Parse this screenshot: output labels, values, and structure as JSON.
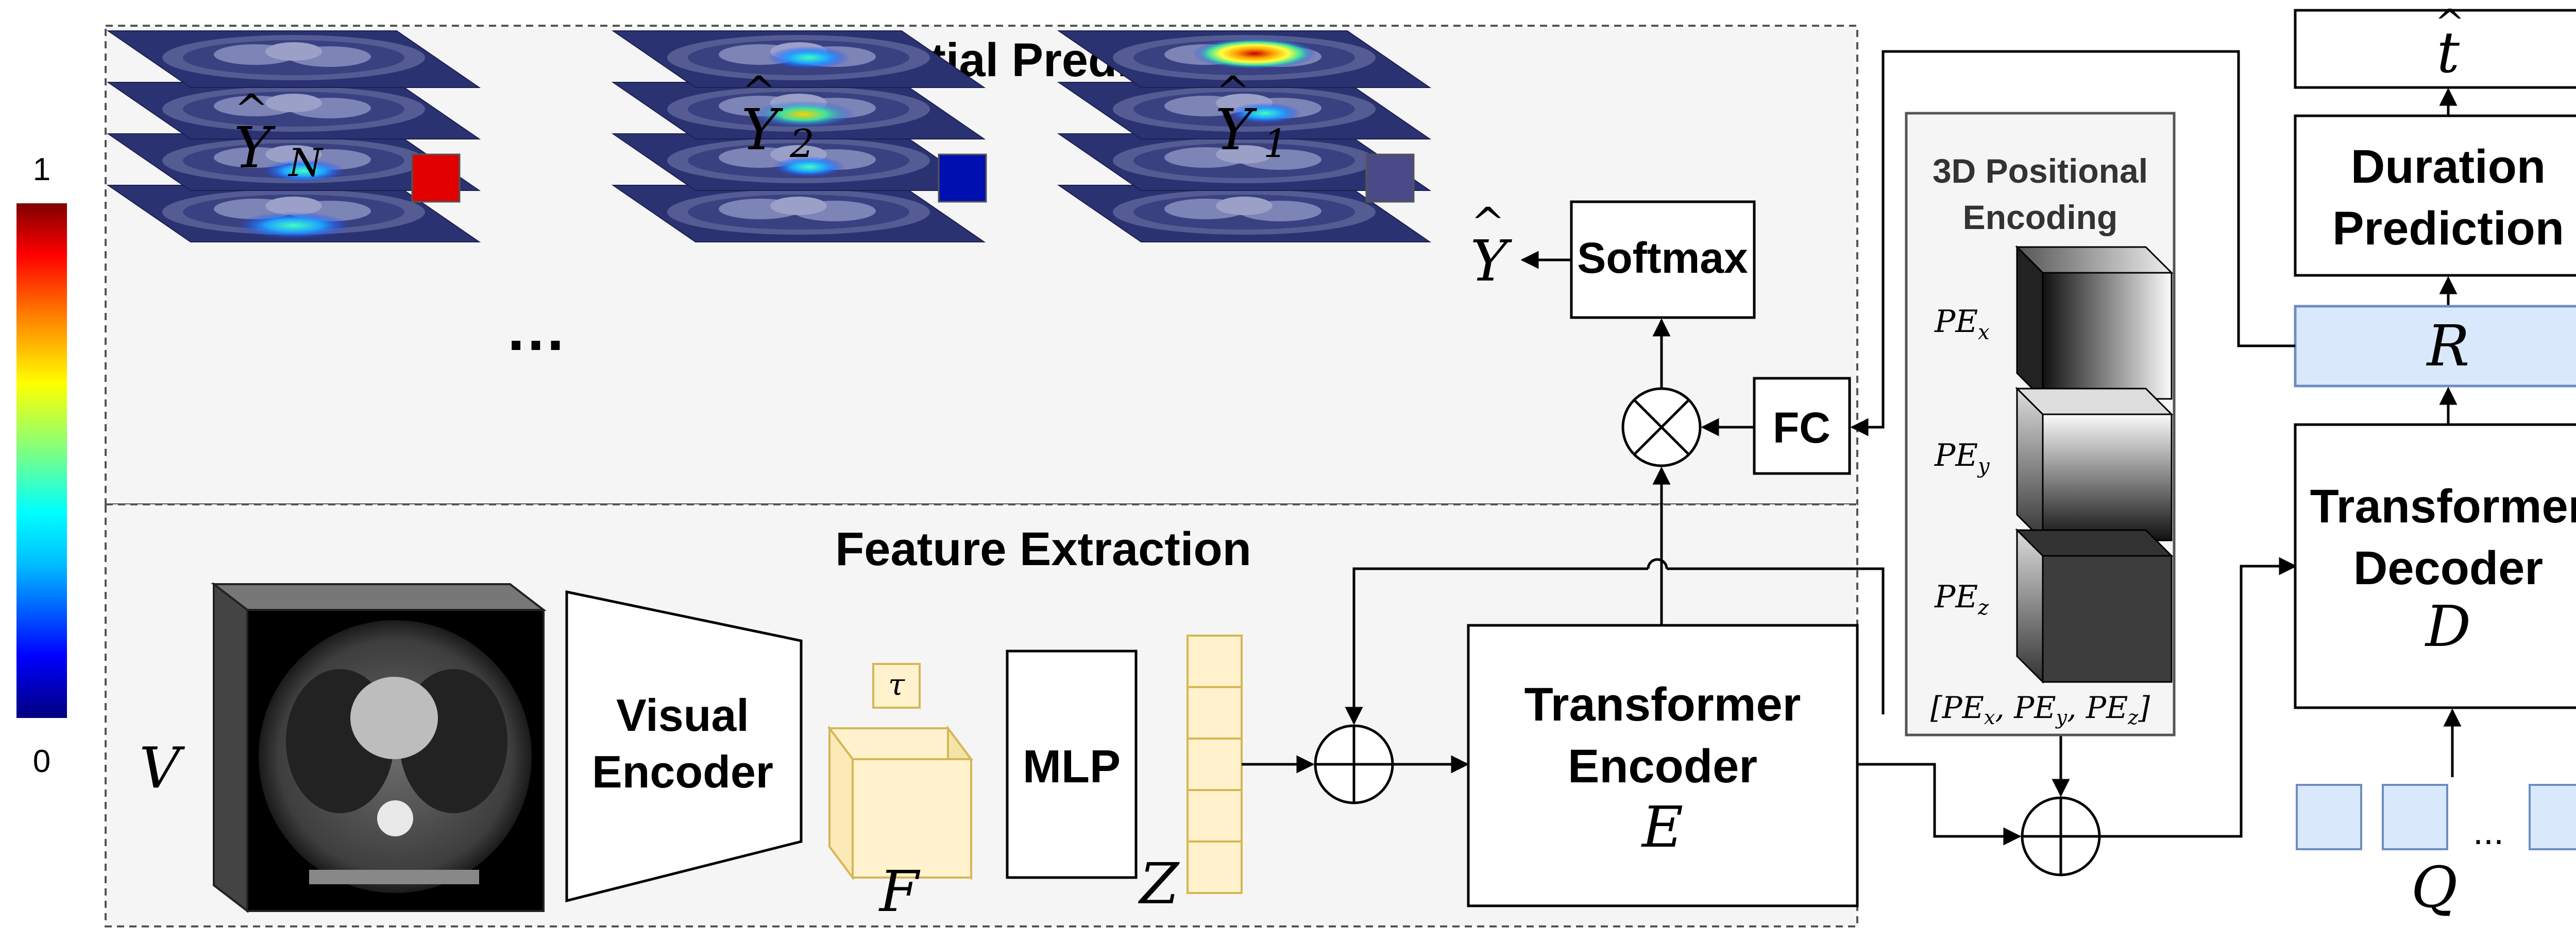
{
  "colorbar": {
    "max_label": "1",
    "min_label": "0",
    "stops": [
      "#00007f",
      "#0000ff",
      "#00bfff",
      "#00ffff",
      "#7fff7f",
      "#ffff00",
      "#ff8000",
      "#ff0000",
      "#7f0000"
    ]
  },
  "spatial": {
    "title": "Spatial Prediction",
    "stack_labels": [
      "Ŷ_N",
      "Ŷ_2",
      "Ŷ_1"
    ],
    "stack_colors": [
      "#e00000",
      "#0010b0",
      "#4a4a88"
    ],
    "ellipsis": "…",
    "y_hat": "Ŷ",
    "softmax": "Softmax",
    "fc": "FC"
  },
  "feature": {
    "title": "Feature Extraction",
    "V": "V",
    "visual_encoder": [
      "Visual",
      "Encoder"
    ],
    "tau": "τ",
    "F": "F",
    "mlp": "MLP",
    "Z": "Z",
    "transformer_encoder": [
      "Transformer",
      "Encoder"
    ],
    "E": "E"
  },
  "positional": {
    "title": [
      "3D Positional",
      "Encoding"
    ],
    "pe_x": "PE_x",
    "pe_y": "PE_y",
    "pe_z": "PE_z",
    "concat": "[PE_x, PE_y, PE_z]"
  },
  "decoder": {
    "t_hat": "t̂",
    "duration": [
      "Duration",
      "Prediction"
    ],
    "R": "R",
    "transformer_decoder": [
      "Transformer",
      "Decoder"
    ],
    "D": "D",
    "Q": "Q",
    "ellipsis": "..."
  }
}
